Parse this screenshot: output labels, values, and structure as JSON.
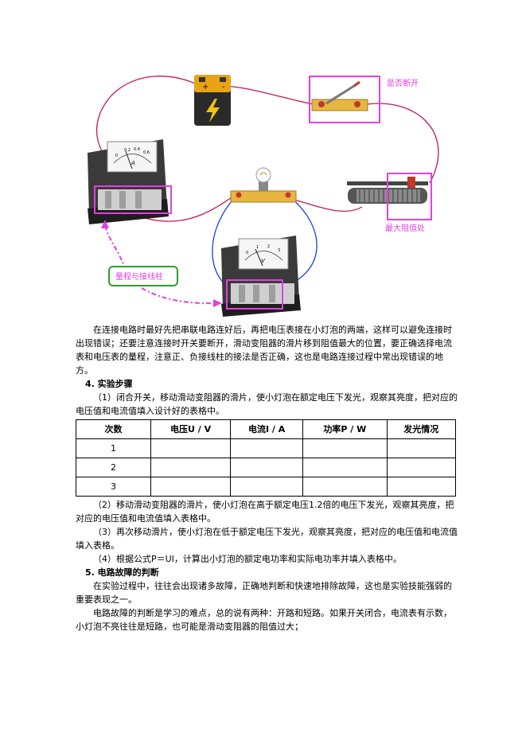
{
  "diagram": {
    "labels": {
      "switch_note": "是否断开",
      "rheostat_note": "最大阻值处",
      "terminal_note": "量程与接线柱"
    },
    "battery_signs": {
      "plus": "+",
      "minus": "-"
    },
    "ammeter": {
      "unit": "A",
      "scale": [
        "0",
        "0.2",
        "0.4",
        "0.6"
      ]
    },
    "voltmeter": {
      "unit": "V",
      "scale": [
        "0",
        "1",
        "2",
        "3"
      ]
    },
    "colors": {
      "wire_red": "#c2185b",
      "wire_blue": "#1a3fd8",
      "highlight": "#e040e0",
      "label_green": "#2e9e2e",
      "label_pink": "#e040e0"
    }
  },
  "text": {
    "intro": "在连接电路时最好先把串联电路连好后，再把电压表接在小灯泡的两端，这样可以避免连接时出现错误；还要注意连接时开关要断开，滑动变阻器的滑片移到阻值最大的位置，要正确选择电流表和电压表的量程，注意正、负接线柱的接法是否正确，这也是电路连接过程中常出现错误的地方。",
    "section4_title": "4. 实验步骤",
    "step1": "（1）闭合开关，移动滑动变阻器的滑片，使小灯泡在额定电压下发光，观察其亮度，把对应的电压值和电流值填入设计好的表格中。",
    "table": {
      "headers": [
        "次数",
        "电压U / V",
        "电流I / A",
        "功率P / W",
        "发光情况"
      ],
      "rows": [
        "1",
        "2",
        "3"
      ]
    },
    "step2": "（2）移动滑动变阻器的滑片，使小灯泡在高于额定电压1.2倍的电压下发光，观察其亮度，把对应的电压值和电流值填入表格中。",
    "step3": "（3）再次移动滑片，使小灯泡在低于额定电压下发光，观察其亮度，把对应的电压值和电流值填入表格。",
    "step4": "（4）根据公式P＝UI，计算出小灯泡的额定电功率和实际电功率并填入表格中。",
    "section5_title": "5. 电路故障的判断",
    "para5a": "在实验过程中，往往会出现诸多故障，正确地判断和快速地排除故障，这也是实验技能强弱的重要表现之一。",
    "para5b": "电路故障的判断是学习的难点，总的说有两种：开路和短路。如果开关闭合，电流表有示数，小灯泡不亮往往是短路，也可能是滑动变阻器的阻值过大；"
  }
}
